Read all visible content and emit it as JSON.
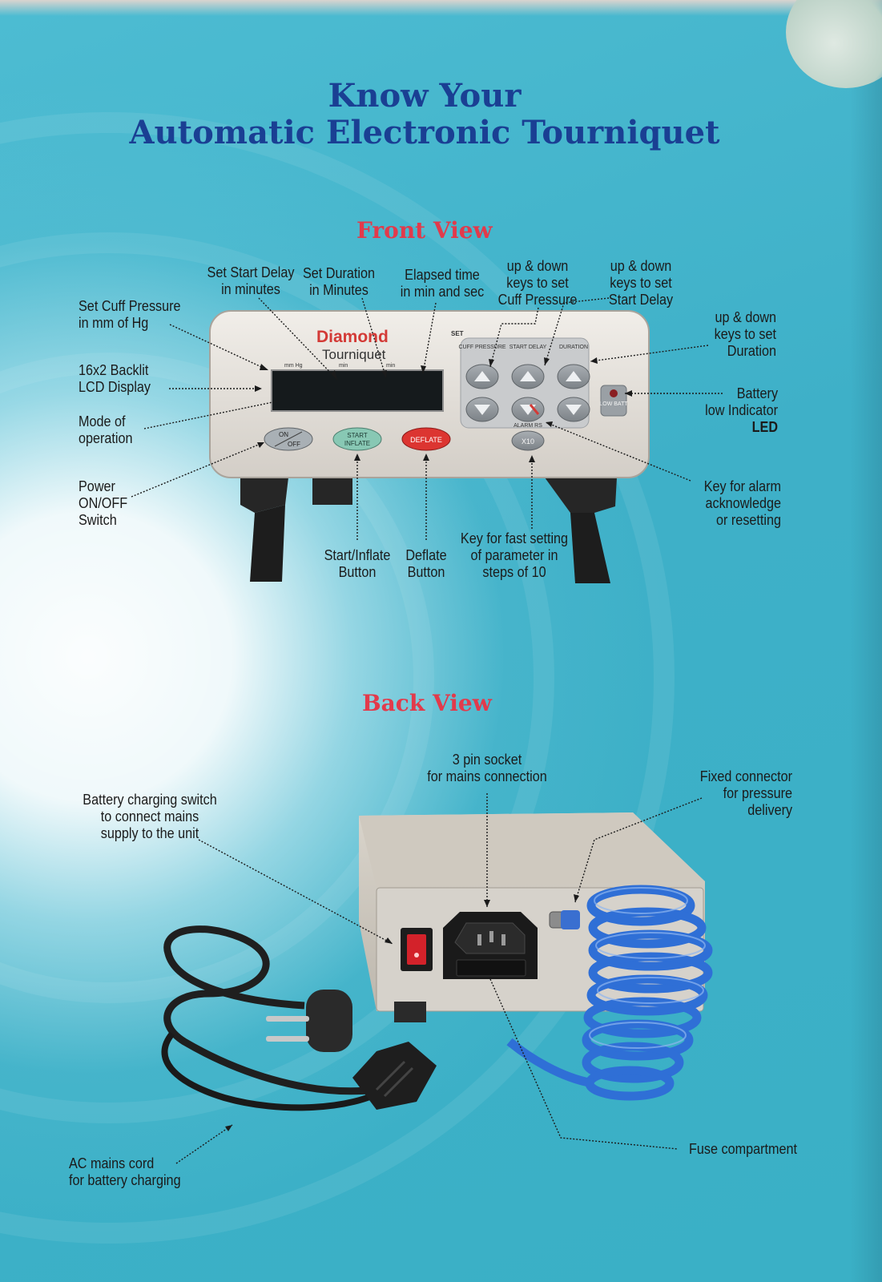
{
  "title": {
    "line1": "Know Your",
    "line2": "Automatic Electronic Tourniquet"
  },
  "front_view": {
    "heading": "Front View",
    "device": {
      "brand": "Diamond",
      "model": "Tourniquet",
      "lcd_units": [
        "mm Hg",
        "min",
        "min"
      ],
      "set_label": "SET",
      "key_groups": [
        "CUFF PRESSURE",
        "START DELAY",
        "DURATION"
      ],
      "alarm_label": "ALARM RS",
      "low_batt": "LOW BATT",
      "buttons": {
        "on": "ON",
        "off": "OFF",
        "start": "START",
        "inflate": "INFLATE",
        "deflate": "DEFLATE",
        "x10": "X10"
      }
    },
    "labels": {
      "start_delay": [
        "Set Start Delay",
        "in minutes"
      ],
      "duration": [
        "Set Duration",
        "in Minutes"
      ],
      "elapsed": [
        "Elapsed time",
        "in min and sec"
      ],
      "keys_cuff": [
        "up & down",
        "keys to set",
        "Cuff Pressure"
      ],
      "keys_delay": [
        "up & down",
        "keys to set",
        "Start Delay"
      ],
      "cuff_pressure": [
        "Set Cuff Pressure",
        "in mm of Hg"
      ],
      "keys_duration": [
        "up & down",
        "keys to set",
        "Duration"
      ],
      "lcd": [
        "16x2 Backlit",
        "LCD Display"
      ],
      "battery": [
        "Battery",
        "low Indicator",
        "LED"
      ],
      "mode": [
        "Mode of",
        "operation"
      ],
      "power": [
        "Power",
        "ON/OFF",
        "Switch"
      ],
      "alarm_key": [
        "Key for alarm",
        "acknowledge",
        "or resetting"
      ],
      "start_inflate": [
        "Start/Inflate",
        "Button"
      ],
      "deflate": [
        "Deflate",
        "Button"
      ],
      "fast_key": [
        "Key for fast setting",
        "of parameter in",
        "steps of 10"
      ]
    }
  },
  "back_view": {
    "heading": "Back View",
    "labels": {
      "socket": [
        "3 pin socket",
        "for mains connection"
      ],
      "connector": [
        "Fixed connector",
        "for pressure",
        "delivery"
      ],
      "charging_switch": [
        "Battery charging switch",
        "to connect mains",
        "supply to the unit"
      ],
      "fuse": [
        "Fuse compartment"
      ],
      "mains_cord": [
        "AC mains cord",
        "for battery charging"
      ]
    }
  },
  "colors": {
    "title": "#1a3f93",
    "heading": "#e23a4b",
    "panel": "#e6e2dc",
    "hose": "#2f6fd6"
  }
}
